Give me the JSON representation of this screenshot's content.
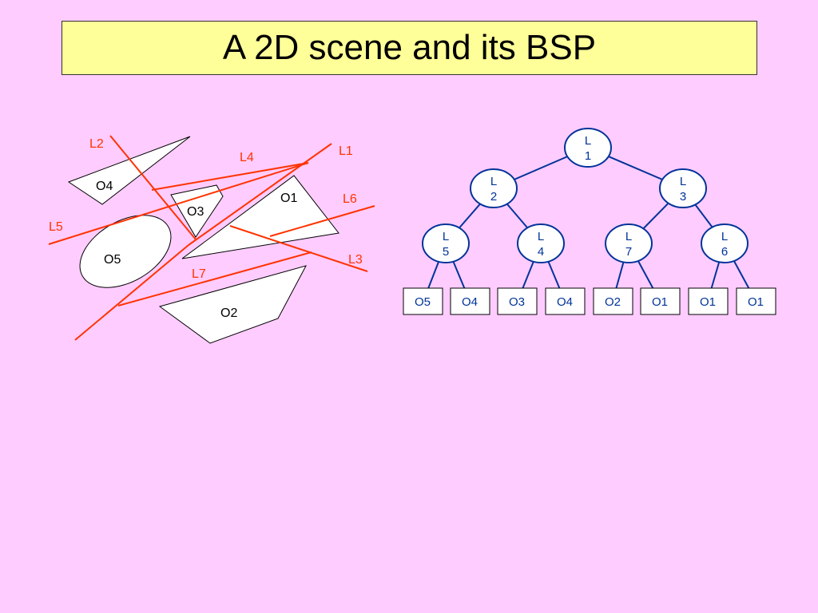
{
  "slide": {
    "title": "A 2D scene and its BSP"
  },
  "colors": {
    "background": "#ffccff",
    "title_fill": "#ffff99",
    "split_line": "#ff3300",
    "tree_blue": "#003399",
    "object_outline": "#000000"
  },
  "scene": {
    "lines": [
      {
        "id": "line-l1",
        "label": "L1"
      },
      {
        "id": "line-l2",
        "label": "L2"
      },
      {
        "id": "line-l3",
        "label": "L3"
      },
      {
        "id": "line-l4",
        "label": "L4"
      },
      {
        "id": "line-l5",
        "label": "L5"
      },
      {
        "id": "line-l6",
        "label": "L6"
      },
      {
        "id": "line-l7",
        "label": "L7"
      }
    ],
    "objects": [
      {
        "id": "object-o1",
        "label": "O1"
      },
      {
        "id": "object-o2",
        "label": "O2"
      },
      {
        "id": "object-o3",
        "label": "O3"
      },
      {
        "id": "object-o4",
        "label": "O4"
      },
      {
        "id": "object-o5",
        "label": "O5"
      }
    ]
  },
  "tree": {
    "nodes": [
      {
        "id": "node-l1",
        "top": "L",
        "bottom": "1"
      },
      {
        "id": "node-l2",
        "top": "L",
        "bottom": "2"
      },
      {
        "id": "node-l3",
        "top": "L",
        "bottom": "3"
      },
      {
        "id": "node-l5",
        "top": "L",
        "bottom": "5"
      },
      {
        "id": "node-l4",
        "top": "L",
        "bottom": "4"
      },
      {
        "id": "node-l7",
        "top": "L",
        "bottom": "7"
      },
      {
        "id": "node-l6",
        "top": "L",
        "bottom": "6"
      }
    ],
    "leaves": [
      "O5",
      "O4",
      "O3",
      "O4",
      "O2",
      "O1",
      "O1",
      "O1"
    ]
  }
}
